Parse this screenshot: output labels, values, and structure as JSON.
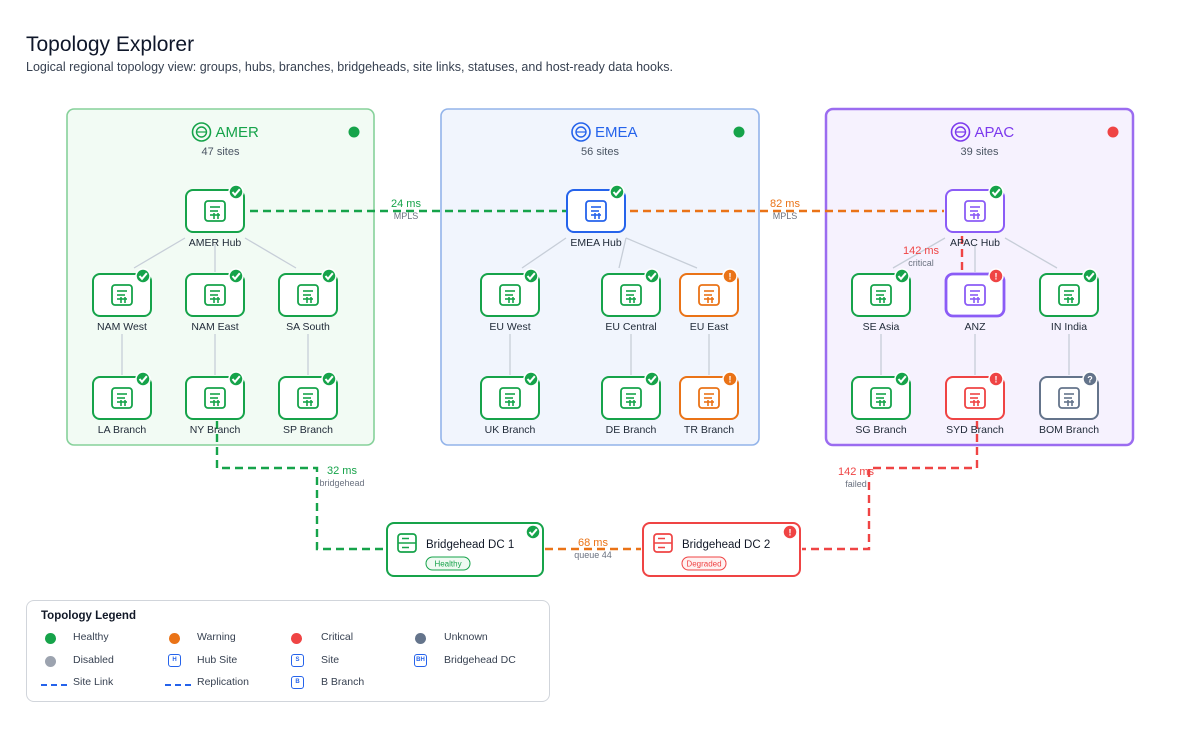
{
  "header": {
    "title": "Topology Explorer",
    "subtitle": "Logical regional topology view: groups, hubs, branches, bridgeheads, site links, statuses, and host-ready data hooks."
  },
  "colors": {
    "healthy": "#16a34a",
    "warning": "#ea7317",
    "critical": "#ef4444",
    "unknown": "#64748b",
    "disabled": "#9ca3af",
    "link_blue": "#2563eb"
  },
  "groups": [
    {
      "id": "amer",
      "name": "AMER",
      "count": "47 sites",
      "theme": "green",
      "status": "healthy",
      "hub": {
        "label": "AMER Hub",
        "status": "healthy"
      },
      "sites": [
        {
          "label": "NAM West",
          "status": "healthy"
        },
        {
          "label": "NAM East",
          "status": "healthy"
        },
        {
          "label": "SA South",
          "status": "healthy"
        }
      ],
      "branches": [
        {
          "label": "LA Branch",
          "status": "healthy"
        },
        {
          "label": "NY Branch",
          "status": "healthy"
        },
        {
          "label": "SP Branch",
          "status": "healthy"
        }
      ]
    },
    {
      "id": "emea",
      "name": "EMEA",
      "count": "56 sites",
      "theme": "blue",
      "status": "healthy",
      "hub": {
        "label": "EMEA Hub",
        "status": "healthy"
      },
      "sites": [
        {
          "label": "EU West",
          "status": "healthy"
        },
        {
          "label": "EU Central",
          "status": "healthy"
        },
        {
          "label": "EU East",
          "status": "warning"
        }
      ],
      "branches": [
        {
          "label": "UK Branch",
          "status": "healthy"
        },
        {
          "label": "DE Branch",
          "status": "healthy"
        },
        {
          "label": "TR Branch",
          "status": "warning"
        }
      ]
    },
    {
      "id": "apac",
      "name": "APAC",
      "count": "39 sites",
      "theme": "purple",
      "status": "critical",
      "hub": {
        "label": "APAC Hub",
        "status": "healthy"
      },
      "sites": [
        {
          "label": "SE Asia",
          "status": "healthy"
        },
        {
          "label": "ANZ",
          "status": "critical"
        },
        {
          "label": "IN India",
          "status": "healthy"
        }
      ],
      "branches": [
        {
          "label": "SG Branch",
          "status": "healthy"
        },
        {
          "label": "SYD Branch",
          "status": "critical"
        },
        {
          "label": "BOM Branch",
          "status": "unknown"
        }
      ]
    }
  ],
  "bridgeheads": [
    {
      "id": "bh1",
      "label": "Bridgehead DC 1",
      "badge": "Healthy",
      "status": "healthy"
    },
    {
      "id": "bh2",
      "label": "Bridgehead DC 2",
      "badge": "Degraded",
      "status": "critical"
    }
  ],
  "links": [
    {
      "id": "amer-emea",
      "latency": "24 ms",
      "detail": "MPLS",
      "status": "healthy"
    },
    {
      "id": "emea-apac",
      "latency": "82 ms",
      "detail": "MPLS",
      "status": "warning"
    },
    {
      "id": "apac-hub-anz",
      "latency": "142 ms",
      "detail": "critical",
      "status": "critical"
    },
    {
      "id": "ny-bh1",
      "latency": "32 ms",
      "detail": "bridgehead",
      "status": "healthy"
    },
    {
      "id": "bh1-bh2",
      "latency": "68 ms",
      "detail": "queue 44",
      "status": "warning"
    },
    {
      "id": "syd-bh2",
      "latency": "142 ms",
      "detail": "failed",
      "status": "critical"
    }
  ],
  "legend": {
    "title": "Topology Legend",
    "healthy": "Healthy",
    "warning": "Warning",
    "critical": "Critical",
    "unknown": "Unknown",
    "disabled": "Disabled",
    "hub_site": "Hub Site",
    "site": "Site",
    "bridgehead": "Bridgehead DC",
    "site_link": "Site Link",
    "replication": "Replication",
    "branch": "B Branch",
    "hub_icon": "H",
    "site_icon": "S",
    "bridgehead_icon": "BH",
    "branch_icon": "B"
  }
}
